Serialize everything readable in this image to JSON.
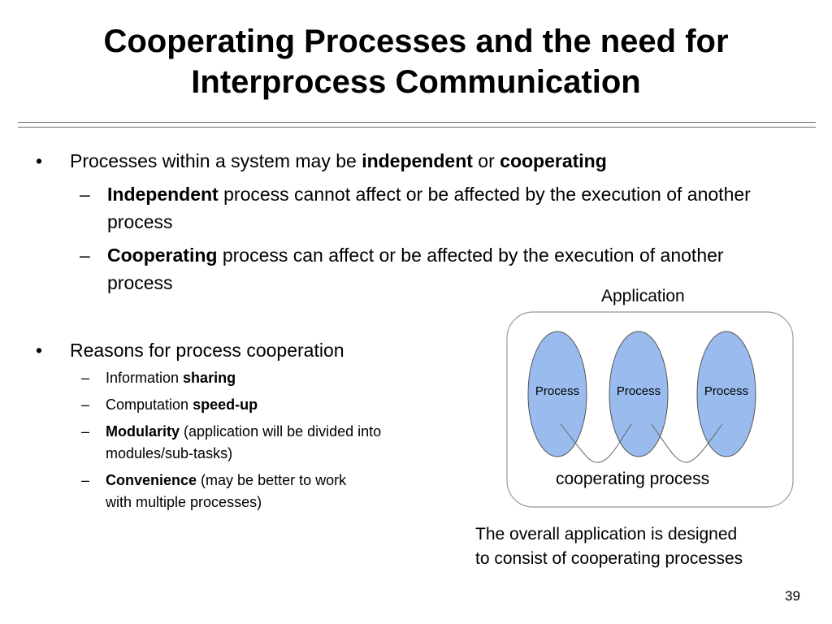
{
  "slide": {
    "title_line1": "Cooperating Processes and the need for",
    "title_line2": "Interprocess Communication",
    "page_number": "39"
  },
  "bullets": {
    "b1": {
      "marker": "•",
      "text_pre": "Processes within a system may be ",
      "bold1": "independent",
      "mid": " or ",
      "bold2": "cooperating"
    },
    "b1_subs": [
      {
        "marker": "–",
        "bold": "Independent",
        "rest": " process cannot affect or be affected by the execution of another process"
      },
      {
        "marker": "–",
        "bold": "Cooperating",
        "rest": " process can affect or be affected by the execution of another process"
      }
    ],
    "b2": {
      "marker": "•",
      "text": "Reasons for process cooperation"
    },
    "b2_subs": [
      {
        "marker": "–",
        "pre": "Information ",
        "bold": "sharing",
        "rest": ""
      },
      {
        "marker": "–",
        "pre": "Computation ",
        "bold": "speed-up",
        "rest": ""
      },
      {
        "marker": "–",
        "pre": "",
        "bold": "Modularity",
        "rest": " (application will be divided into modules/sub-tasks)"
      },
      {
        "marker": "–",
        "pre": "",
        "bold": "Convenience",
        "rest": " (may be better to work with multiple processes)"
      }
    ]
  },
  "diagram": {
    "app_label": "Application",
    "process_labels": [
      "Process",
      "Process",
      "Process"
    ],
    "coop_label": "cooperating process",
    "ellipse_fill": "#99bbee",
    "ellipse_stroke": "#555555",
    "box_stroke": "#999999"
  },
  "caption": {
    "line1": "The overall application is designed",
    "line2": "to consist of cooperating processes"
  }
}
